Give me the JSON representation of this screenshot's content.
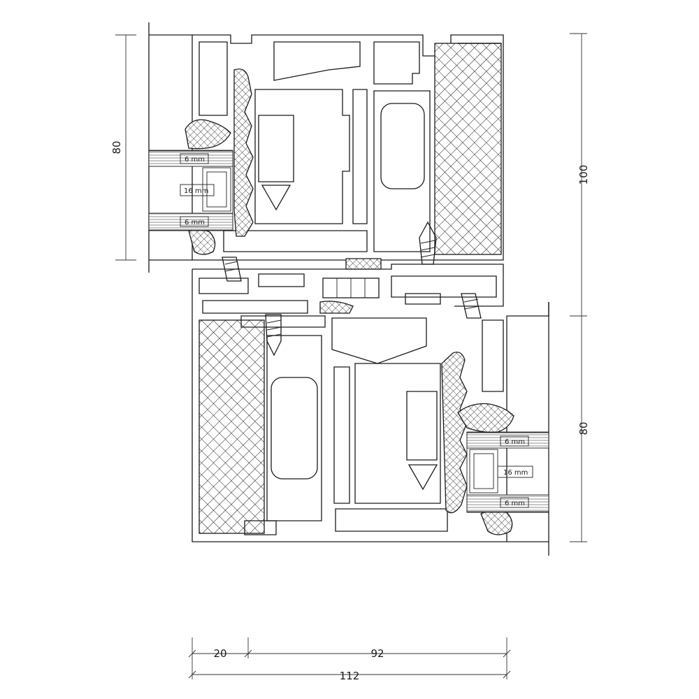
{
  "dimensions": {
    "left_height": "80",
    "right_height_top": "100",
    "right_height_bottom": "80",
    "bottom_left_width": "20",
    "bottom_right_width": "92",
    "bottom_total_width": "112"
  },
  "glass_labels": {
    "upper_outer": "6 mm",
    "upper_cavity": "16 mm",
    "upper_inner": "6 mm",
    "lower_outer": "6 mm",
    "lower_cavity": "16 mm",
    "lower_inner": "6 mm"
  },
  "colors": {
    "line": "#1a1a1a",
    "background": "#ffffff"
  }
}
